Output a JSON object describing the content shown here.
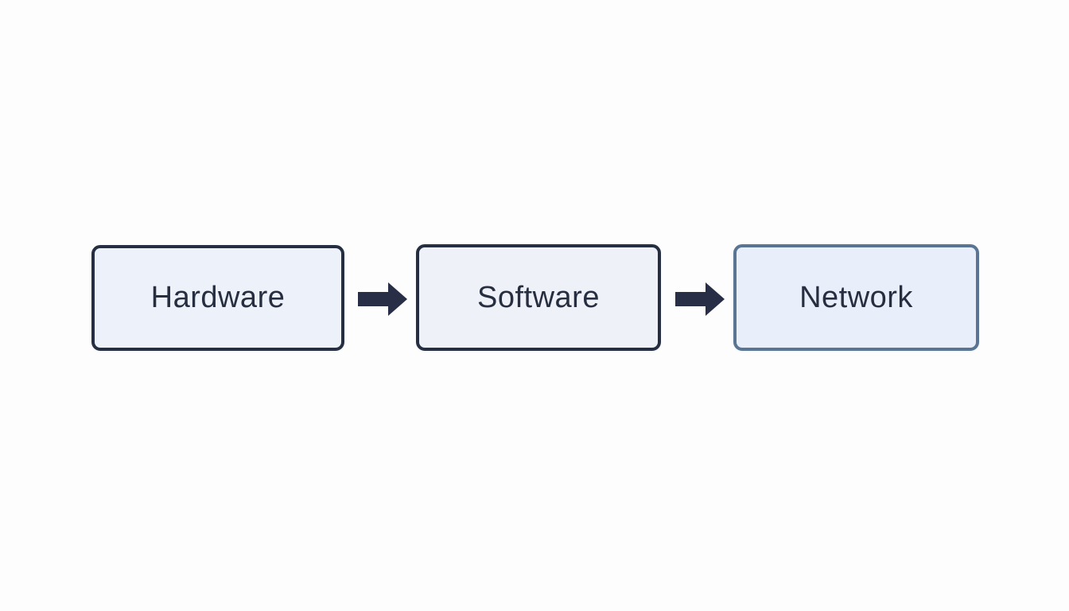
{
  "diagram": {
    "title": "",
    "background_color": "#fdfdfe",
    "nodes": [
      {
        "id": "hardware",
        "label": "Hardware",
        "fill_color": "#edf1fa",
        "border_color": "#262f42",
        "text_color": "#272e40",
        "shape": "rounded-rectangle"
      },
      {
        "id": "software",
        "label": "Software",
        "fill_color": "#eef1f8",
        "border_color": "#262f42",
        "text_color": "#272e40",
        "shape": "rounded-rectangle"
      },
      {
        "id": "network",
        "label": "Network",
        "fill_color": "#e9eefb",
        "border_color": "#5a7593",
        "text_color": "#272e40",
        "shape": "rounded-rectangle"
      }
    ],
    "connectors": [
      {
        "from": "hardware",
        "to": "software",
        "type": "block-arrow",
        "direction": "right",
        "color": "#272e45"
      },
      {
        "from": "software",
        "to": "network",
        "type": "block-arrow",
        "direction": "right",
        "color": "#272e45"
      }
    ]
  }
}
